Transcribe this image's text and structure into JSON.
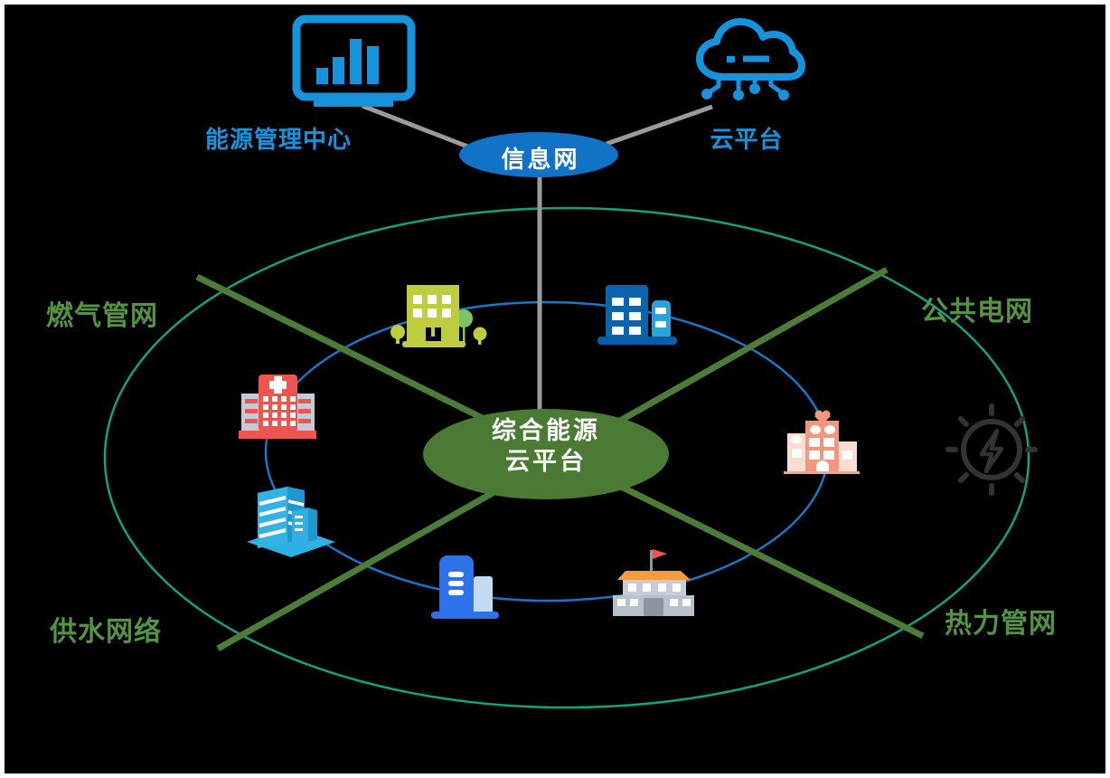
{
  "nodes": {
    "info_network": {
      "label": "信息网",
      "color": "#1173C6"
    },
    "center": {
      "label_line1": "综合能源",
      "label_line2": "云平台",
      "color": "#4A7A33"
    },
    "energy_center": {
      "label": "能源管理中心",
      "icon": "monitor-chart-icon",
      "color": "#1593DC"
    },
    "cloud_platform": {
      "label": "云平台",
      "icon": "cloud-network-icon",
      "color": "#1593DC"
    }
  },
  "network_labels": {
    "gas": "燃气管网",
    "grid": "公共电网",
    "water": "供水网络",
    "heat": "热力管网",
    "color": "#539442"
  },
  "rings": {
    "outer_ring_color": "#0FA37E",
    "inner_ring_color": "#1777C8",
    "cross_line_color": "#4C7C38",
    "connector_color": "#9B9B9B"
  },
  "icons": [
    "monitor-chart-icon",
    "cloud-network-icon",
    "office-building-icon",
    "city-buildings-icon",
    "hospital-icon",
    "skyscraper-icon",
    "tower-building-icon",
    "school-icon",
    "care-home-icon",
    "power-grid-icon"
  ]
}
